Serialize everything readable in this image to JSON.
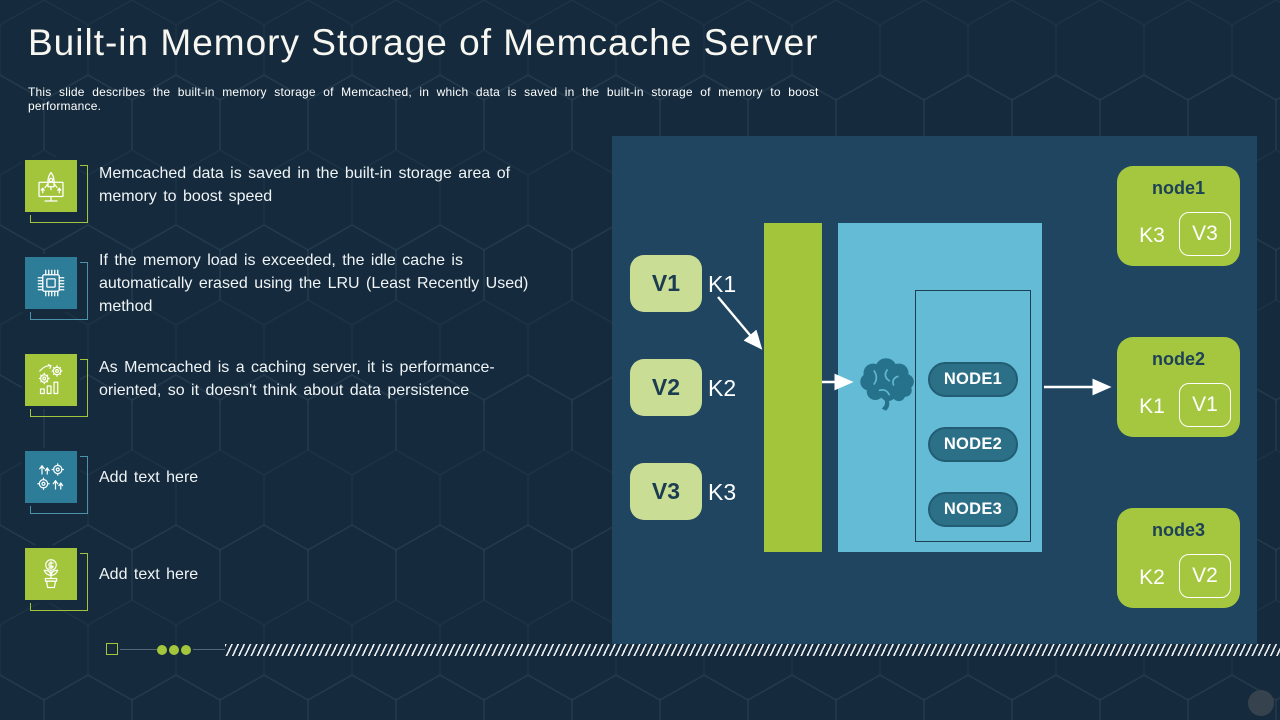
{
  "slide": {
    "title": "Built-in Memory Storage of Memcache Server",
    "subtitle": "This slide describes the built-in memory storage of Memcached, in which data is saved in the built-in storage of memory to boost performance."
  },
  "bullets": [
    {
      "icon": "monitor-rocket-icon",
      "style": "green",
      "text": "Memcached data is saved in the built-in storage area of memory to boost speed"
    },
    {
      "icon": "cpu-chip-icon",
      "style": "teal",
      "text": "If the memory load is exceeded, the idle cache is automatically erased using the LRU (Least Recently Used) method"
    },
    {
      "icon": "gears-growth-icon",
      "style": "green",
      "text": "As Memcached is a caching server, it is performance-oriented, so it doesn't think about data persistence"
    },
    {
      "icon": "arrows-gears-icon",
      "style": "teal",
      "text": "Add text here"
    },
    {
      "icon": "money-plant-icon",
      "style": "green",
      "text": "Add text here"
    }
  ],
  "diagram": {
    "kv_pairs": [
      {
        "value": "V1",
        "key": "K1"
      },
      {
        "value": "V2",
        "key": "K2"
      },
      {
        "value": "V3",
        "key": "K3"
      }
    ],
    "ring_nodes": [
      "NODE1",
      "NODE2",
      "NODE3"
    ],
    "node_cards": [
      {
        "title": "node1",
        "key": "K3",
        "value": "V3"
      },
      {
        "title": "node2",
        "key": "K1",
        "value": "V1"
      },
      {
        "title": "node3",
        "key": "K2",
        "value": "V2"
      }
    ],
    "brain_icon": "brain-icon"
  },
  "colors": {
    "page_bg": "#152b3d",
    "panel_bg": "#1f4560",
    "accent_green": "#a2c53c",
    "light_green": "#c9dd94",
    "light_blue": "#63bbd5",
    "dark_teal": "#2c7088",
    "teal_icon": "#2e7d98",
    "text_light": "#f0f4f6",
    "text_dark": "#1d4156"
  }
}
